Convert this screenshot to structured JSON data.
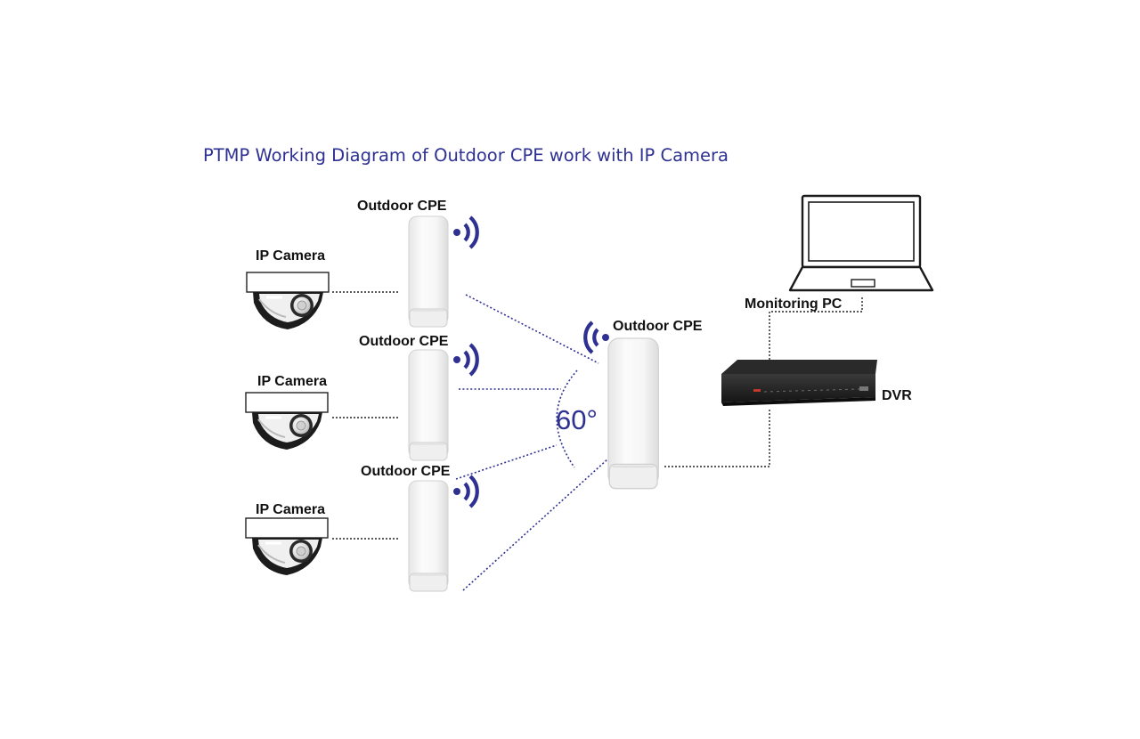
{
  "title": "PTMP Working Diagram of Outdoor CPE work with IP Camera",
  "angle_label": "60°",
  "nodes": {
    "ip_camera_1": "IP Camera",
    "ip_camera_2": "IP Camera",
    "ip_camera_3": "IP Camera",
    "client_cpe_1": "Outdoor CPE",
    "client_cpe_2": "Outdoor CPE",
    "client_cpe_3": "Outdoor CPE",
    "base_cpe": "Outdoor CPE",
    "monitoring_pc": "Monitoring PC",
    "dvr": "DVR"
  },
  "colors": {
    "title": "#2e3192",
    "wireless_link": "#2e3192",
    "wired_link": "#222222",
    "signal_icon": "#2e3192"
  },
  "icons": {
    "camera": "dome-camera-icon",
    "cpe": "outdoor-cpe-device",
    "signal": "wifi-signal-icon",
    "laptop": "laptop-icon",
    "dvr": "dvr-recorder-icon"
  }
}
